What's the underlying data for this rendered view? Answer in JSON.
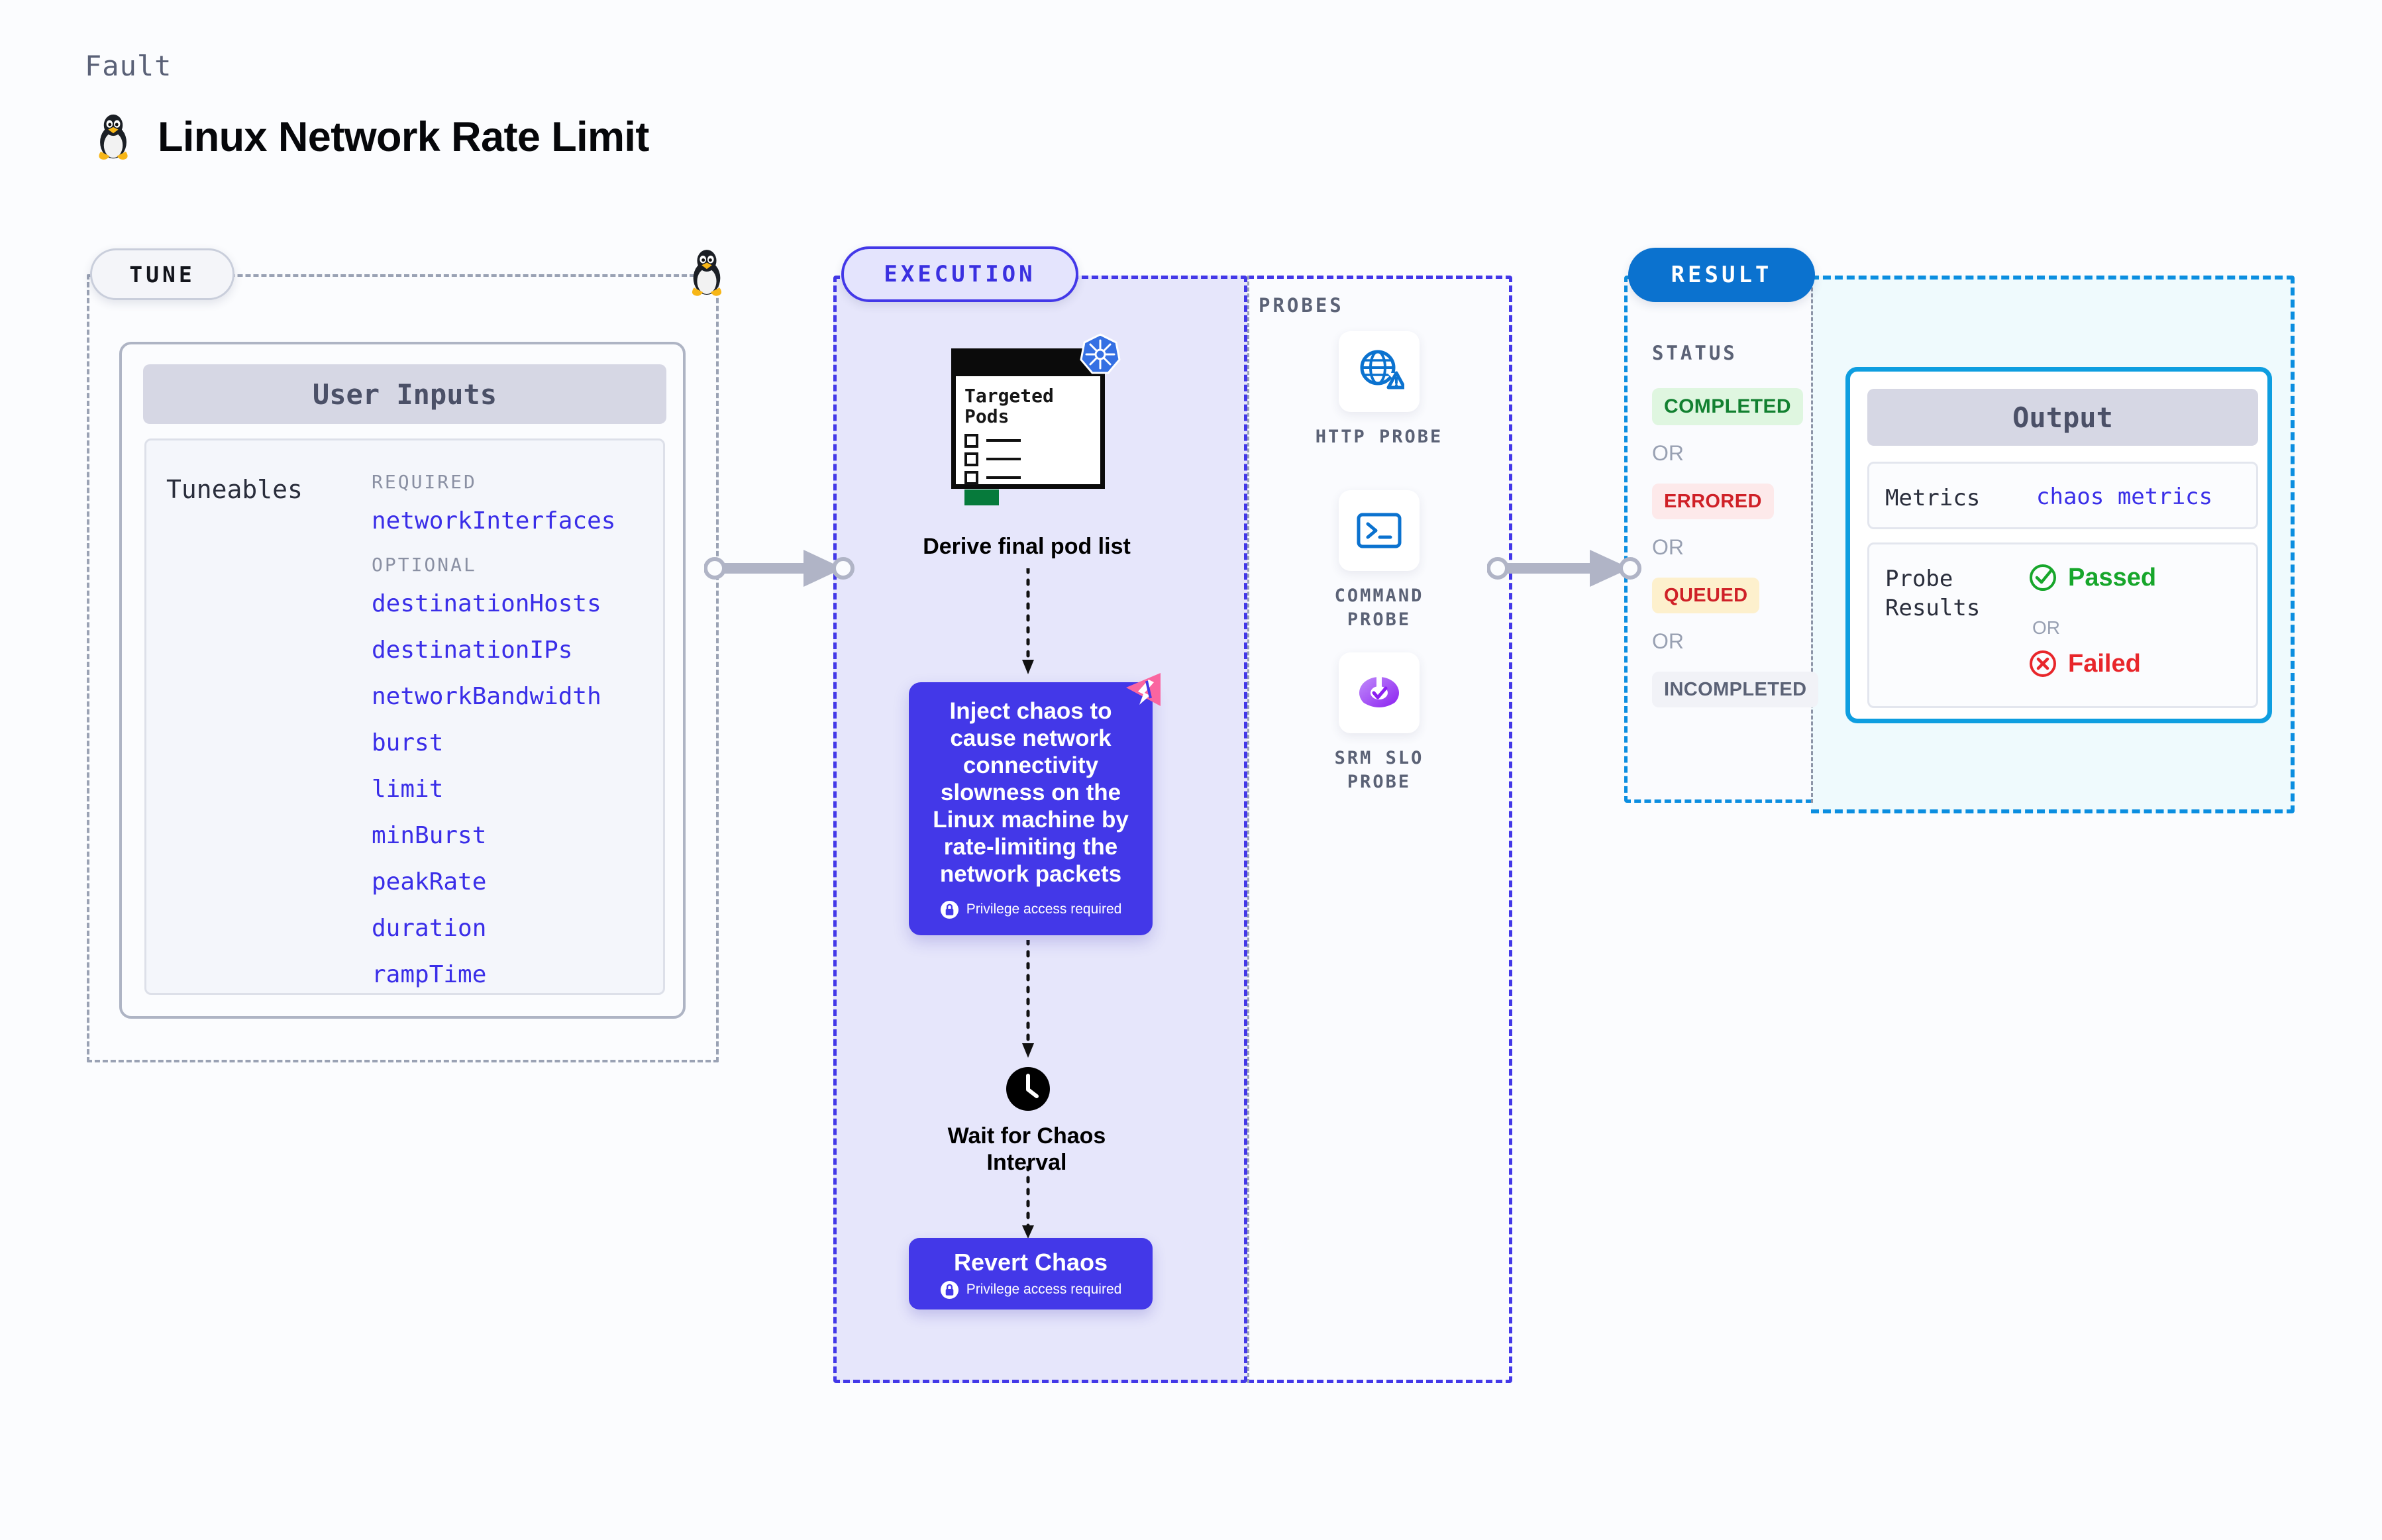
{
  "header": {
    "kicker": "Fault",
    "title": "Linux Network Rate Limit",
    "icon": "linux-penguin-icon"
  },
  "tune": {
    "pill_label": "TUNE",
    "card_title": "User Inputs",
    "tuneables_label": "Tuneables",
    "groups": [
      {
        "label": "REQUIRED",
        "items": [
          "networkInterfaces"
        ]
      },
      {
        "label": "OPTIONAL",
        "items": [
          "destinationHosts",
          "destinationIPs",
          "networkBandwidth",
          "burst",
          "limit",
          "minBurst",
          "peakRate",
          "duration",
          "rampTime"
        ]
      }
    ]
  },
  "execution": {
    "pill_label": "EXECUTION",
    "pods_card": {
      "heading_line1": "Targeted",
      "heading_line2": "Pods",
      "badge_icon": "kubernetes-icon"
    },
    "derive_label": "Derive final pod list",
    "inject": {
      "text": "Inject chaos to cause network connectivity slowness on the Linux machine by rate-limiting the network packets",
      "privilege_note": "Privilege access required",
      "badge_icon": "litmus-icon",
      "lock_icon": "lock-icon"
    },
    "wait_label": "Wait for Chaos Interval",
    "wait_icon": "clock-icon",
    "revert": {
      "title": "Revert Chaos",
      "privilege_note": "Privilege access required",
      "lock_icon": "lock-icon"
    }
  },
  "probes": {
    "section_label": "PROBES",
    "items": [
      {
        "name": "HTTP PROBE",
        "icon": "globe-warning-icon"
      },
      {
        "name": "COMMAND PROBE",
        "icon": "terminal-icon"
      },
      {
        "name": "SRM SLO PROBE",
        "icon": "slo-donut-icon"
      }
    ]
  },
  "result": {
    "pill_label": "RESULT",
    "status_label": "STATUS",
    "or_label": "OR",
    "statuses": [
      {
        "label": "COMPLETED",
        "bg": "#dff6e0",
        "fg": "#128030"
      },
      {
        "label": "ERRORED",
        "bg": "#fde9ea",
        "fg": "#cf2027"
      },
      {
        "label": "QUEUED",
        "bg": "#fdf0cd",
        "fg": "#cf2027"
      },
      {
        "label": "INCOMPLETED",
        "bg": "#f1f2f7",
        "fg": "#5b6276"
      }
    ],
    "output": {
      "card_title": "Output",
      "metrics_key": "Metrics",
      "metrics_value": "chaos metrics",
      "probe_results_key_line1": "Probe",
      "probe_results_key_line2": "Results",
      "passed_label": "Passed",
      "failed_label": "Failed",
      "or_label": "OR",
      "passed_icon": "check-circle-icon",
      "failed_icon": "x-circle-icon"
    }
  },
  "colors": {
    "execution_accent": "#4338e8",
    "result_accent": "#0b72cf",
    "output_border": "#0e9ee0",
    "tune_border": "#9aa2b4",
    "tuneable_text": "#3a2ee8"
  }
}
